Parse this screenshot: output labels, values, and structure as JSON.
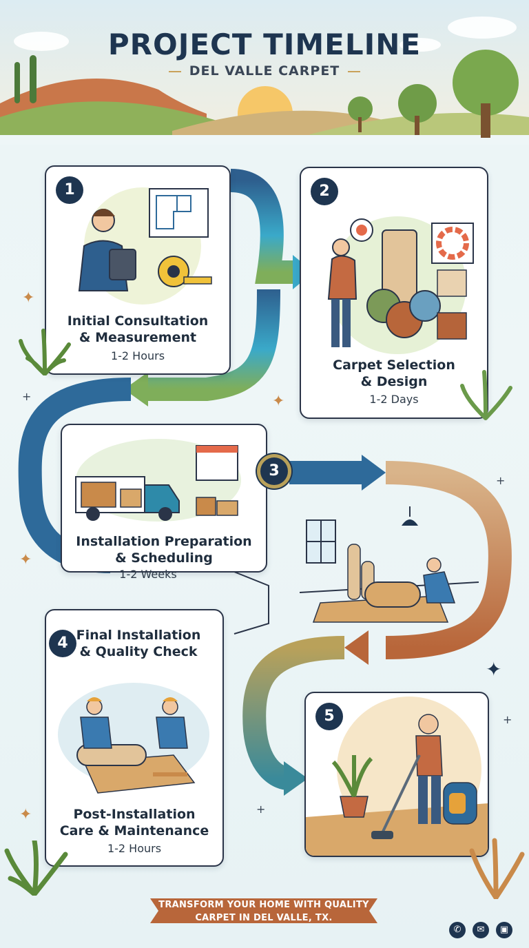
{
  "header": {
    "title": "PROJECT TIMELINE",
    "subtitle": "DEL VALLE CARPET"
  },
  "steps": [
    {
      "number": "1",
      "title_line1": "Initial Consultation",
      "title_line2": "& Measurement",
      "duration": "1-2 Hours"
    },
    {
      "number": "2",
      "title_line1": "Carpet Selection",
      "title_line2": "& Design",
      "duration": "1-2 Days"
    },
    {
      "number": "3",
      "title_line1": "Installation Preparation",
      "title_line2": "& Scheduling",
      "duration": "1-2 Weeks"
    },
    {
      "number": "4",
      "title_line1": "Final Installation",
      "title_line2": "& Quality Check"
    },
    {
      "number": "5"
    }
  ],
  "post_install": {
    "title_line1": "Post-Installation",
    "title_line2": "Care & Maintenance",
    "duration": "1-2 Hours"
  },
  "footer": {
    "banner_line1": "TRANSFORM YOUR HOME WITH QUALITY",
    "banner_line2": "CARPET IN DEL VALLE, TX.",
    "icons": [
      "phone-icon",
      "email-icon",
      "gallery-icon"
    ]
  },
  "colors": {
    "navy": "#1e3550",
    "blue": "#2e6a9a",
    "teal": "#3aa9c9",
    "green": "#7fae5a",
    "copper": "#b8663a",
    "tan": "#d9b48a"
  }
}
